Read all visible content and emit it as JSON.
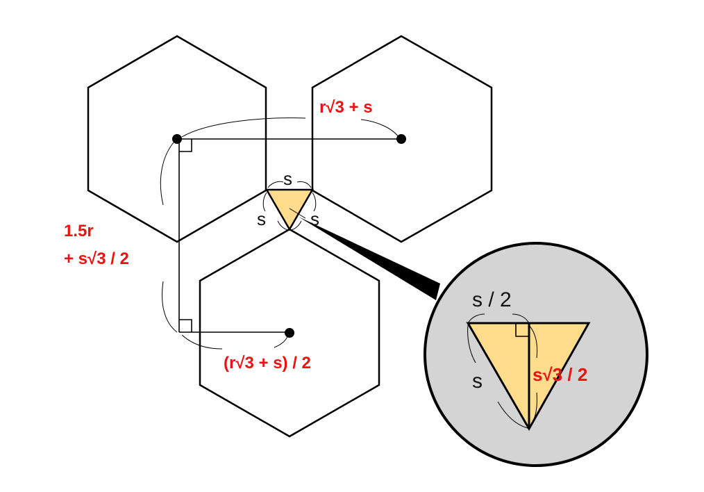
{
  "labels": {
    "top_distance": "r√3 + s",
    "vertical_line1": "1.5r",
    "vertical_line2": "+ s√3 / 2",
    "bottom_distance": "(r√3 + s) / 2",
    "side_top": "s",
    "side_left": "s",
    "side_right": "s",
    "zoom_half_side": "s / 2",
    "zoom_side": "s",
    "zoom_height": "s√3 / 2"
  },
  "colors": {
    "accent": "#ee1111",
    "triangle": "#ffdb8c",
    "magnifier": "#d4d4d4"
  }
}
